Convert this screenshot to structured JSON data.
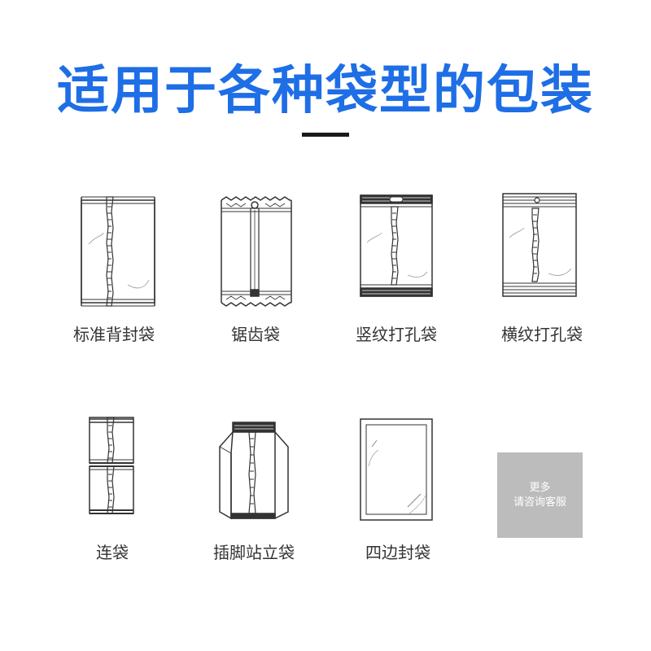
{
  "heading": {
    "title": "适用于各种袋型的包装"
  },
  "colors": {
    "title": "#1e6ee6",
    "line": "#333333",
    "more_box": "#bcbcbc"
  },
  "bag_types": [
    {
      "name": "标准背封袋",
      "icon": "standard-back-seal-bag-icon"
    },
    {
      "name": "锯齿袋",
      "icon": "zigzag-bag-icon"
    },
    {
      "name": "竖纹打孔袋",
      "icon": "vertical-stripe-punched-bag-icon"
    },
    {
      "name": "横纹打孔袋",
      "icon": "horizontal-stripe-punched-bag-icon"
    },
    {
      "name": "连袋",
      "icon": "connected-bags-icon"
    },
    {
      "name": "插脚站立袋",
      "icon": "gusset-standing-bag-icon"
    },
    {
      "name": "四边封袋",
      "icon": "four-side-seal-bag-icon"
    }
  ],
  "more": {
    "line1": "更多",
    "line2": "请咨询客服"
  }
}
